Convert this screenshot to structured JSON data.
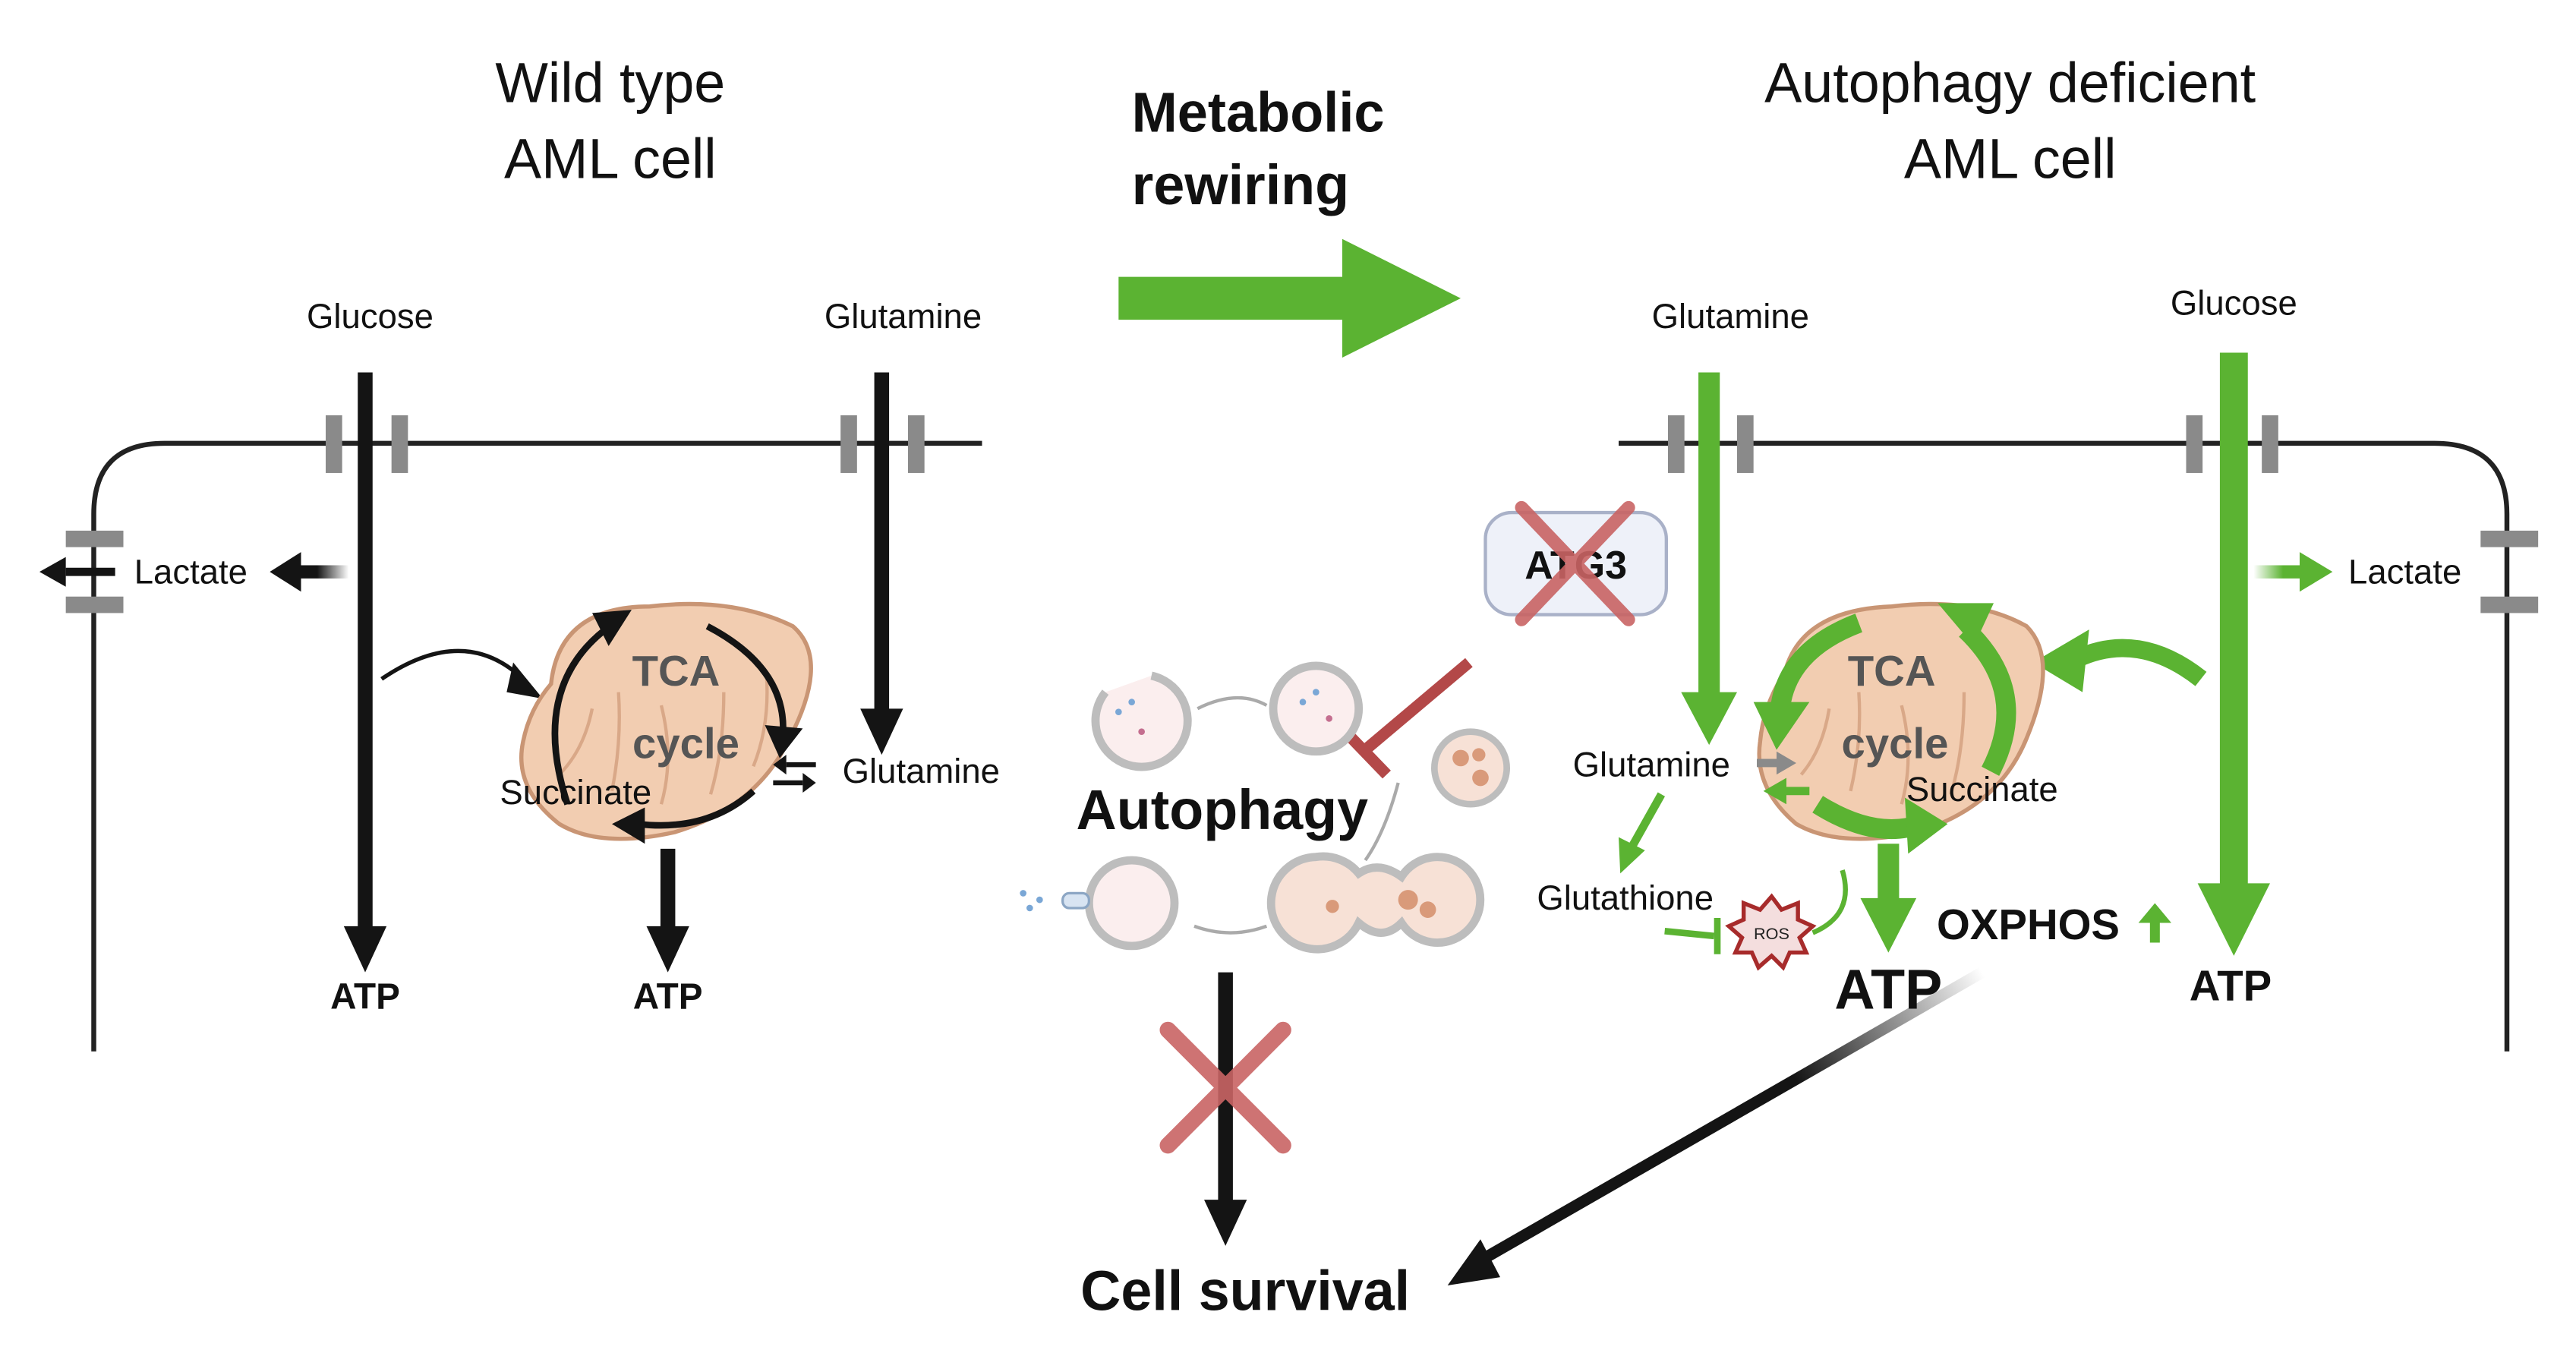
{
  "colors": {
    "green": "#5bb332",
    "black": "#141414",
    "membrane": "#222222",
    "channel": "#8a8a8a",
    "mito_fill": "#f2cdb1",
    "mito_stroke": "#c99574",
    "cross": "#c96464",
    "inhibit": "#b34848",
    "ros": "#a72b2b"
  },
  "headers": {
    "left_line1": "Wild type",
    "left_line2": "AML cell",
    "center_line1": "Metabolic",
    "center_line2": "rewiring",
    "right_line1": "Autophagy deficient",
    "right_line2": "AML cell"
  },
  "left_cell": {
    "glucose": "Glucose",
    "glutamine_top": "Glutamine",
    "lactate": "Lactate",
    "tca_line1": "TCA",
    "tca_line2": "cycle",
    "succinate": "Succinate",
    "glutamine_side": "Glutamine",
    "atp_left": "ATP",
    "atp_right": "ATP"
  },
  "center": {
    "atg3": "ATG3",
    "autophagy": "Autophagy",
    "cell_survival": "Cell survival"
  },
  "right_cell": {
    "glutamine_top": "Glutamine",
    "glucose": "Glucose",
    "lactate": "Lactate",
    "tca_line1": "TCA",
    "tca_line2": "cycle",
    "glutamine_side": "Glutamine",
    "succinate": "Succinate",
    "glutathione": "Glutathione",
    "ros": "ROS",
    "oxphos": "OXPHOS",
    "atp_center": "ATP",
    "atp_right": "ATP"
  }
}
